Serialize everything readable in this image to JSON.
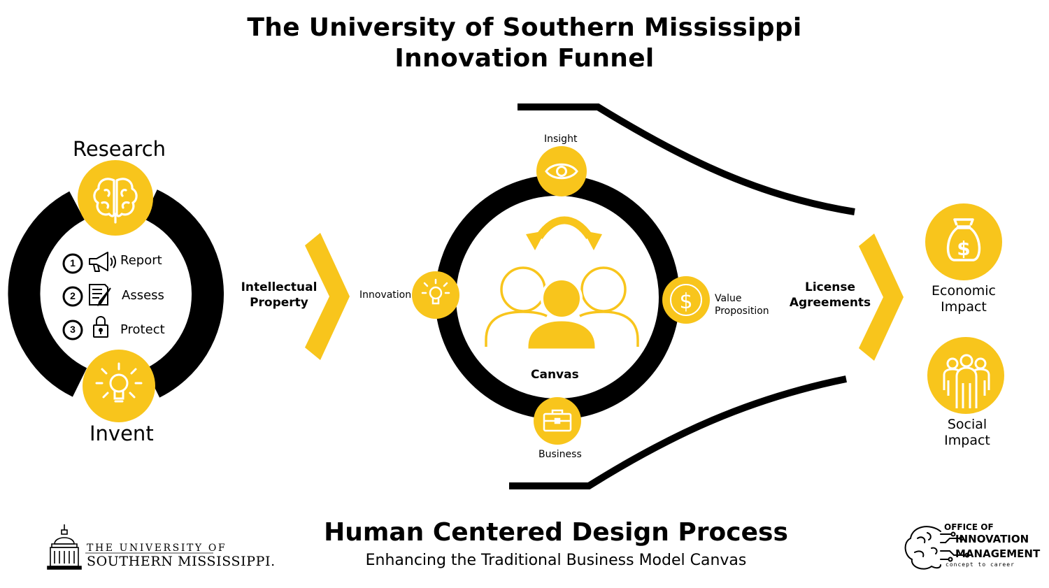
{
  "title": {
    "line1": "The University of Southern Mississippi",
    "line2": "Innovation Funnel"
  },
  "colors": {
    "accent": "#f8c51c",
    "ring": "#000000",
    "background": "#ffffff"
  },
  "research_cycle": {
    "top_label": "Research",
    "bottom_label": "Invent",
    "top_icon": "brain-icon",
    "bottom_icon": "lightbulb-icon",
    "steps": [
      {
        "number": "1",
        "label": "Report",
        "icon": "megaphone-icon"
      },
      {
        "number": "2",
        "label": "Assess",
        "icon": "document-pencil-icon"
      },
      {
        "number": "3",
        "label": "Protect",
        "icon": "padlock-icon"
      }
    ]
  },
  "transition_1": {
    "line1": "Intellectual",
    "line2": "Property",
    "icon": "chevron-right-icon"
  },
  "canvas_cycle": {
    "center_label": "Canvas",
    "center_icon": "people-group-icon",
    "cycle_icon": "cycle-arrow-icon",
    "nodes": {
      "top": {
        "label": "Insight",
        "icon": "eye-icon"
      },
      "left": {
        "label": "Innovation",
        "icon": "lightbulb-icon"
      },
      "right": {
        "line1": "Value",
        "line2": "Proposition",
        "icon": "dollar-icon"
      },
      "bottom": {
        "label": "Business",
        "icon": "briefcase-icon"
      }
    }
  },
  "transition_2": {
    "line1": "License",
    "line2": "Agreements",
    "icon": "chevron-right-icon"
  },
  "impacts": [
    {
      "line1": "Economic",
      "line2": "Impact",
      "icon": "money-bag-icon"
    },
    {
      "line1": "Social",
      "line2": "Impact",
      "icon": "people-icon"
    }
  ],
  "footer": {
    "title": "Human Centered Design Process",
    "subtitle": "Enhancing the Traditional Business Model Canvas"
  },
  "usm_logo": {
    "line1": "THE UNIVERSITY OF",
    "line2": "SOUTHERN MISSISSIPPI.",
    "icon": "dome-building-icon"
  },
  "oim_logo": {
    "line1": "OFFICE OF",
    "line2": "INNOVATION",
    "line3": "MANAGEMENT",
    "tagline": "concept to career",
    "icon": "circuit-brain-icon"
  }
}
